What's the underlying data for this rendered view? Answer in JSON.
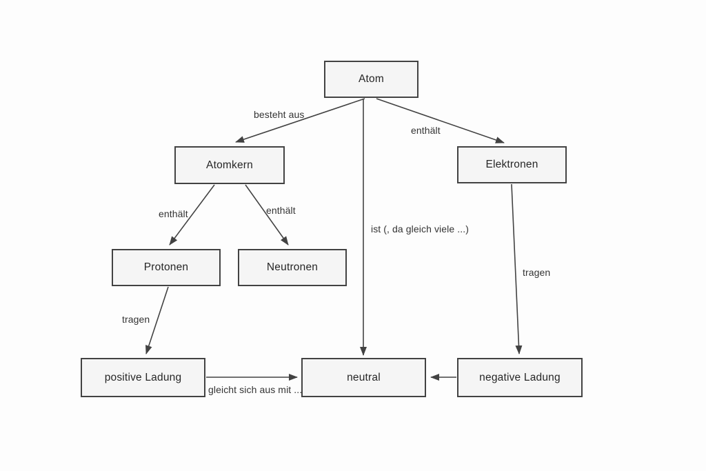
{
  "diagram": {
    "title": "Atom concept map (German)",
    "nodes": {
      "atom": "Atom",
      "atomkern": "Atomkern",
      "elektronen": "Elektronen",
      "protonen": "Protonen",
      "neutronen": "Neutronen",
      "positive_ladung": "positive Ladung",
      "neutral": "neutral",
      "negative_ladung": "negative Ladung"
    },
    "edges": [
      {
        "from": "Atom",
        "to": "Atomkern",
        "label": "besteht aus"
      },
      {
        "from": "Atom",
        "to": "Elektronen",
        "label": "enthält"
      },
      {
        "from": "Atom",
        "to": "neutral",
        "label": "ist (, da gleich viele ...)"
      },
      {
        "from": "Atomkern",
        "to": "Protonen",
        "label": "enthält"
      },
      {
        "from": "Atomkern",
        "to": "Neutronen",
        "label": "enthält"
      },
      {
        "from": "Protonen",
        "to": "positive Ladung",
        "label": "tragen"
      },
      {
        "from": "Elektronen",
        "to": "negative Ladung",
        "label": "tragen"
      },
      {
        "from": "positive Ladung",
        "to": "neutral",
        "label": "gleicht sich aus mit ..."
      },
      {
        "from": "negative Ladung",
        "to": "neutral",
        "label": ""
      }
    ],
    "edge_labels": {
      "besteht_aus": "besteht aus",
      "enthaelt_elektronen": "enthält",
      "ist_da_gleich_viele": "ist (, da gleich viele ...)",
      "enthaelt_protonen": "enthält",
      "enthaelt_neutronen": "enthält",
      "tragen_protonen": "tragen",
      "tragen_elektronen": "tragen",
      "gleicht_sich_aus": "gleicht sich aus mit ..."
    },
    "colors": {
      "background": "#fdfdfd",
      "node_fill": "#f5f5f5",
      "node_border": "#424242",
      "edge_stroke": "#424242",
      "text": "#262626"
    }
  }
}
